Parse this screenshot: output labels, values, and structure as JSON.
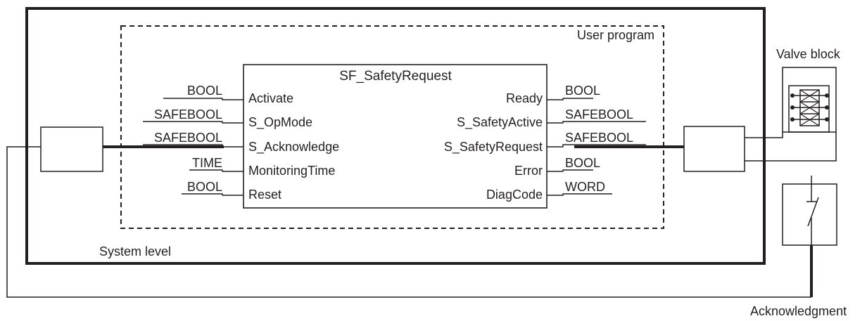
{
  "diagram": {
    "system_label": "System level",
    "user_program_label": "User program",
    "function_block": {
      "name": "SF_SafetyRequest",
      "inputs": [
        {
          "pin": "Activate",
          "type": "BOOL"
        },
        {
          "pin": "S_OpMode",
          "type": "SAFEBOOL"
        },
        {
          "pin": "S_Acknowledge",
          "type": "SAFEBOOL"
        },
        {
          "pin": "MonitoringTime",
          "type": "TIME"
        },
        {
          "pin": "Reset",
          "type": "BOOL"
        }
      ],
      "outputs": [
        {
          "pin": "Ready",
          "type": "BOOL"
        },
        {
          "pin": "S_SafetyActive",
          "type": "SAFEBOOL"
        },
        {
          "pin": "S_SafetyRequest",
          "type": "SAFEBOOL"
        },
        {
          "pin": "Error",
          "type": "BOOL"
        },
        {
          "pin": "DiagCode",
          "type": "WORD"
        }
      ]
    },
    "valve_block_label": "Valve block",
    "acknowledgement_label": "Acknowledgment"
  }
}
